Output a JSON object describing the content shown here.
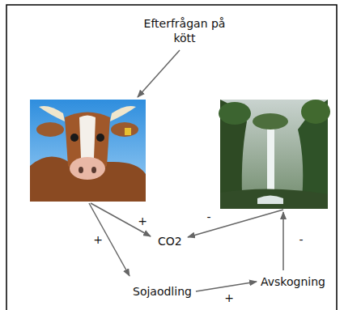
{
  "diagram": {
    "nodes": [
      {
        "text": [
          "Efterfrågan på kött"
        ]
      },
      {
        "text": [
          "CO2"
        ]
      },
      {
        "text": [
          "Sojaodling"
        ]
      },
      {
        "text": [
          "Avskogning"
        ]
      }
    ],
    "edges": [
      {
        "from": 2,
        "to": 3,
        "arrow": "to",
        "label": "+"
      }
    ],
    "labels": [
      "+",
      "+",
      "-",
      "-"
    ]
  }
}
